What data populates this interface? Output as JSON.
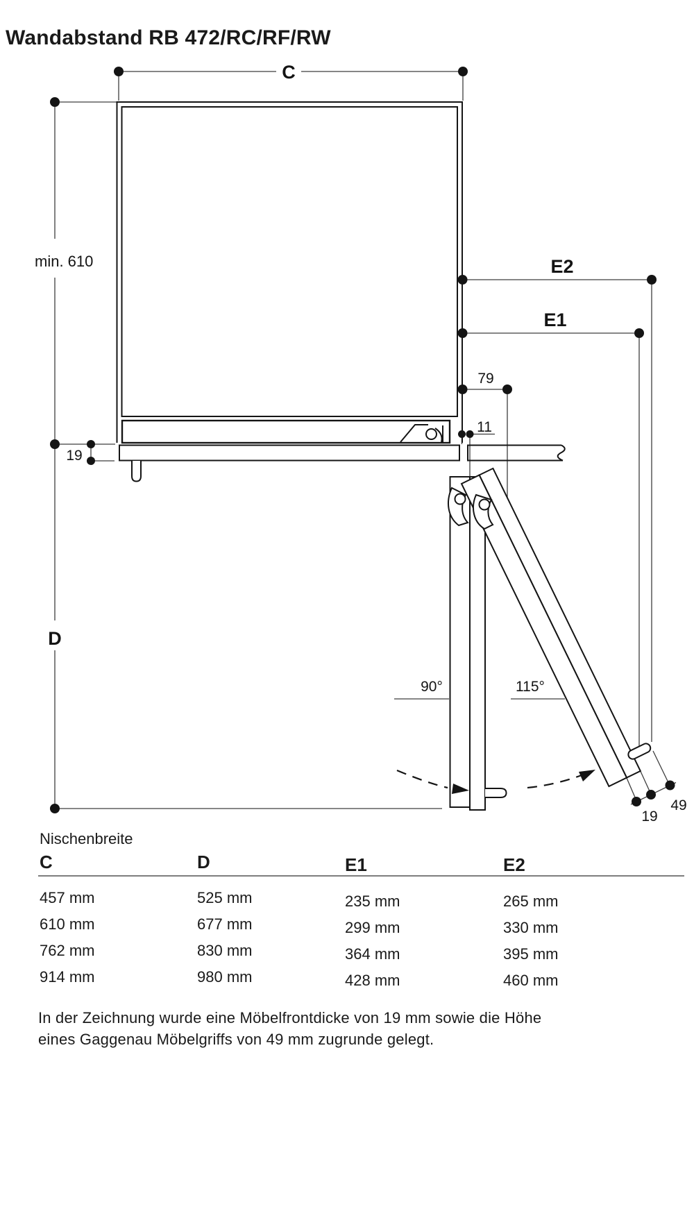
{
  "title": "Wandabstand RB 472/RC/RF/RW",
  "diagram": {
    "labels": {
      "c": "C",
      "min_depth": "min. 610",
      "d": "D",
      "e2": "E2",
      "e1": "E1",
      "dim79": "79",
      "dim11": "11",
      "dim19_front": "19",
      "deg90": "90°",
      "deg115": "115°",
      "dim19_door": "19",
      "dim49": "49"
    }
  },
  "table": {
    "caption": "Nischenbreite",
    "headers": [
      "C",
      "D",
      "E1",
      "E2"
    ],
    "rows": [
      [
        "457 mm",
        "525 mm",
        "235 mm",
        "265 mm"
      ],
      [
        "610 mm",
        "677 mm",
        "299 mm",
        "330 mm"
      ],
      [
        "762 mm",
        "830 mm",
        "364 mm",
        "395 mm"
      ],
      [
        "914 mm",
        "980 mm",
        "428 mm",
        "460 mm"
      ]
    ]
  },
  "footer": {
    "line1": "In der Zeichnung wurde eine Möbelfrontdicke von 19 mm sowie die Höhe",
    "line2": "eines Gaggenau Möbelgriffs von 49 mm zugrunde gelegt."
  },
  "colors": {
    "line": "#141414",
    "dim": "#3d3d3d",
    "rule": "#7d7d7d"
  }
}
